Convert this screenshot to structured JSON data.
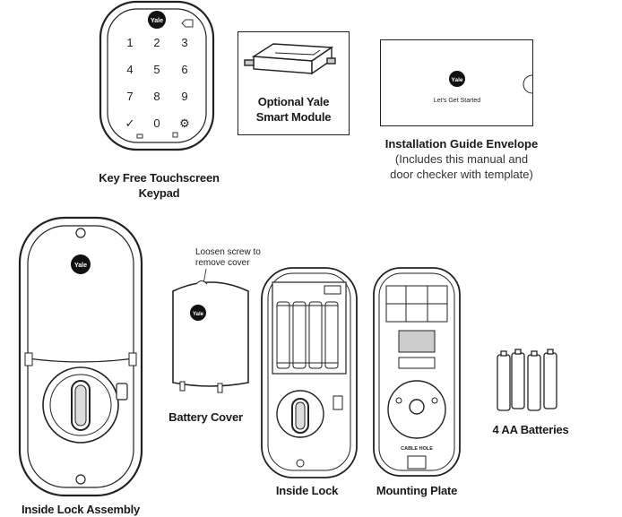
{
  "brand_logo": "Yale",
  "keypad": {
    "keys": [
      "1",
      "2",
      "3",
      "4",
      "5",
      "6",
      "7",
      "8",
      "9",
      "✓",
      "0",
      "⚙"
    ],
    "caption_line1": "Key Free Touchscreen",
    "caption_line2": "Keypad"
  },
  "smart_module": {
    "caption_line1": "Optional Yale",
    "caption_line2": "Smart Module"
  },
  "envelope": {
    "text": "Let's Get Started",
    "caption_title": "Installation Guide Envelope",
    "caption_line2": "(Includes this manual and",
    "caption_line3": "door checker with template)"
  },
  "inside_lock_assembly": {
    "caption": "Inside Lock Assembly"
  },
  "battery_cover": {
    "note_line1": "Loosen screw to",
    "note_line2": "remove cover",
    "caption": "Battery Cover"
  },
  "inside_lock": {
    "caption": "Inside Lock"
  },
  "mounting_plate": {
    "label": "CABLE HOLE",
    "caption": "Mounting Plate"
  },
  "batteries": {
    "caption": "4 AA Batteries"
  }
}
